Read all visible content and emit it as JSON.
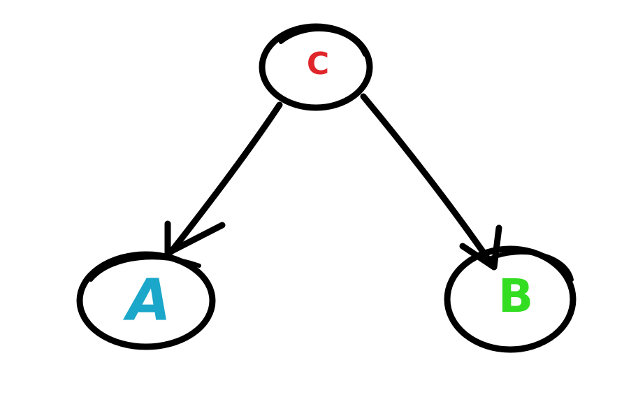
{
  "nodes": {
    "c": {
      "label": "C",
      "color": "#e0262b"
    },
    "a": {
      "label": "A",
      "color": "#1aa7c9"
    },
    "b": {
      "label": "B",
      "color": "#33dd22"
    }
  },
  "edges": [
    {
      "from": "C",
      "to": "A"
    },
    {
      "from": "C",
      "to": "B"
    }
  ]
}
